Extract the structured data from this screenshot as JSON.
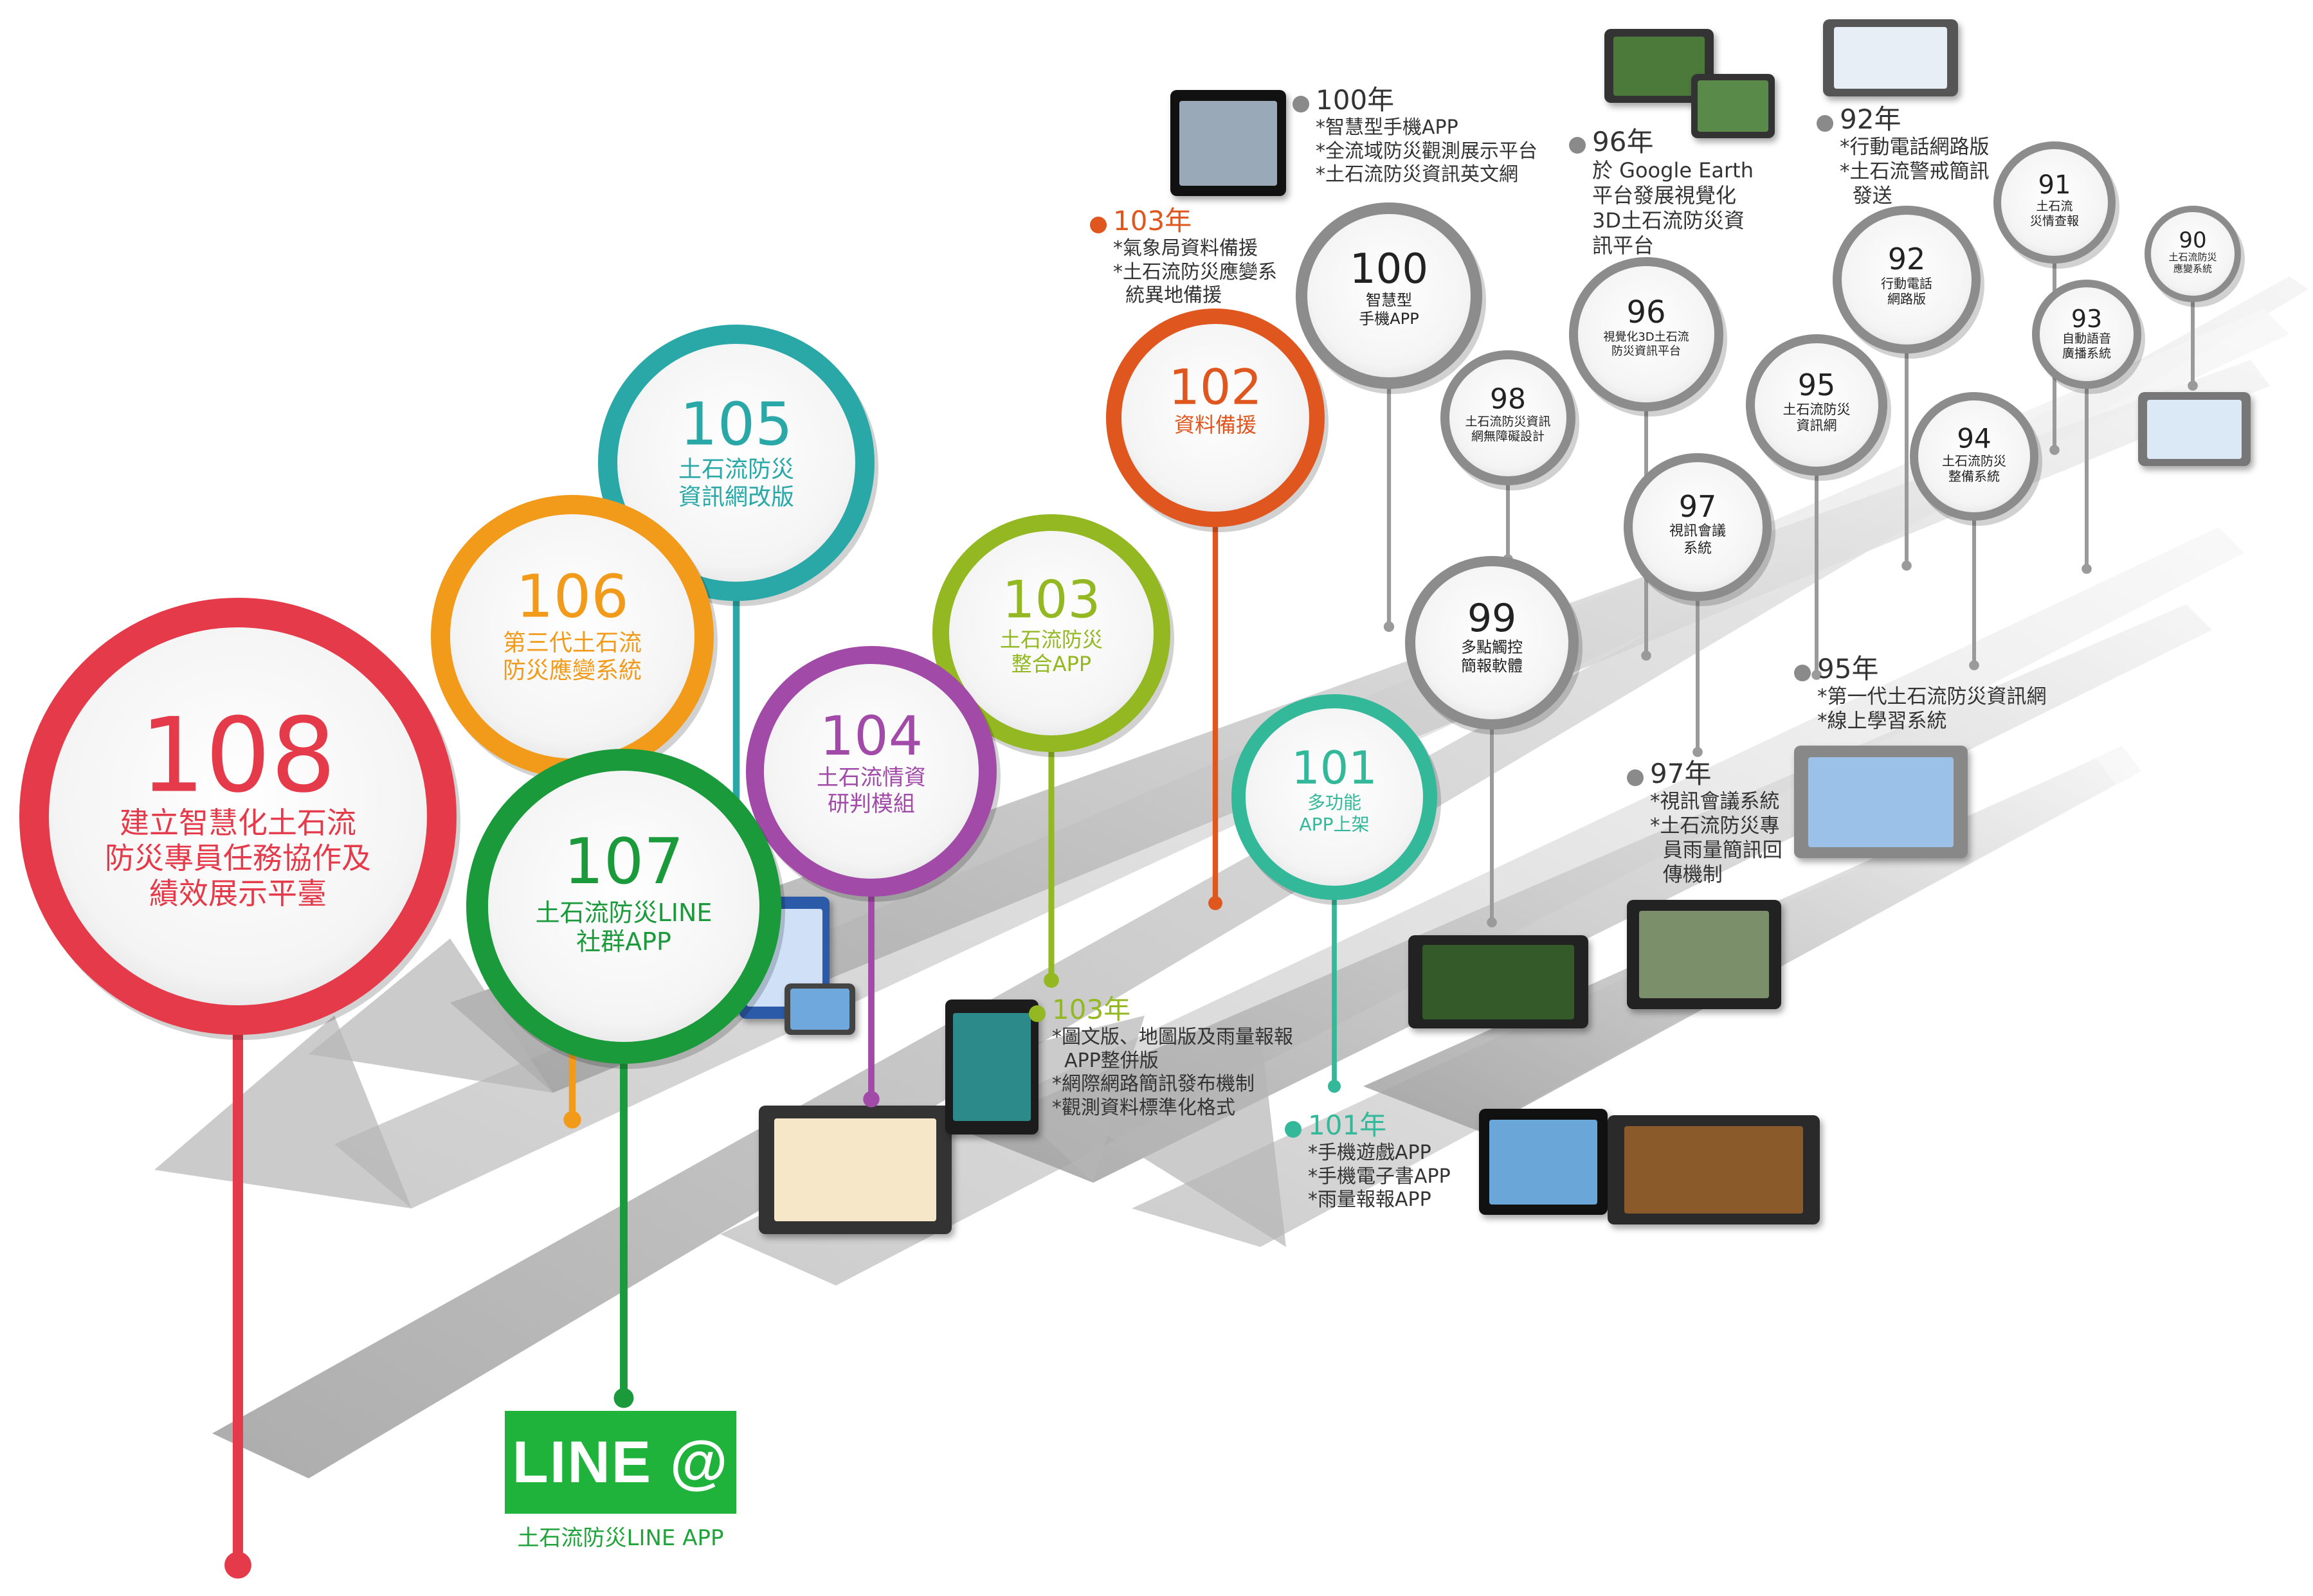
{
  "milestones": [
    {
      "id": "108",
      "year": "108",
      "lines": [
        "建立智慧化土石流",
        "防災專員任務協作及",
        "績效展示平臺"
      ],
      "color": "#e43a4a"
    },
    {
      "id": "107",
      "year": "107",
      "lines": [
        "土石流防災LINE",
        "社群APP"
      ],
      "color": "#1a9a3a"
    },
    {
      "id": "106",
      "year": "106",
      "lines": [
        "第三代土石流",
        "防災應變系統"
      ],
      "color": "#f29a1a"
    },
    {
      "id": "105",
      "year": "105",
      "lines": [
        "土石流防災",
        "資訊網改版"
      ],
      "color": "#2aa8a8"
    },
    {
      "id": "104",
      "year": "104",
      "lines": [
        "土石流情資",
        "研判模組"
      ],
      "color": "#a24aa8"
    },
    {
      "id": "103",
      "year": "103",
      "lines": [
        "土石流防災",
        "整合APP"
      ],
      "color": "#93b821"
    },
    {
      "id": "102",
      "year": "102",
      "lines": [
        "資料備援"
      ],
      "color": "#e0561f"
    },
    {
      "id": "101",
      "year": "101",
      "lines": [
        "多功能",
        "APP上架"
      ],
      "color": "#33b89a"
    },
    {
      "id": "100",
      "year": "100",
      "lines": [
        "智慧型",
        "手機APP"
      ],
      "color": "#8a8a8a"
    },
    {
      "id": "99",
      "year": "99",
      "lines": [
        "多點觸控",
        "簡報軟體"
      ],
      "color": "#8a8a8a"
    },
    {
      "id": "98",
      "year": "98",
      "lines": [
        "土石流防災資訊",
        "網無障礙設計"
      ],
      "color": "#8a8a8a"
    },
    {
      "id": "97",
      "year": "97",
      "lines": [
        "視訊會議",
        "系統"
      ],
      "color": "#8a8a8a"
    },
    {
      "id": "96",
      "year": "96",
      "lines": [
        "視覺化3D土石流",
        "防災資訊平台"
      ],
      "color": "#8a8a8a"
    },
    {
      "id": "95",
      "year": "95",
      "lines": [
        "土石流防災",
        "資訊網"
      ],
      "color": "#8a8a8a"
    },
    {
      "id": "94",
      "year": "94",
      "lines": [
        "土石流防災",
        "整備系統"
      ],
      "color": "#8a8a8a"
    },
    {
      "id": "93",
      "year": "93",
      "lines": [
        "自動語音",
        "廣播系統"
      ],
      "color": "#8a8a8a"
    },
    {
      "id": "92",
      "year": "92",
      "lines": [
        "行動電話",
        "網路版"
      ],
      "color": "#8a8a8a"
    },
    {
      "id": "91",
      "year": "91",
      "lines": [
        "土石流",
        "災情查報"
      ],
      "color": "#8a8a8a"
    },
    {
      "id": "90",
      "year": "90",
      "lines": [
        "土石流防災",
        "應變系統"
      ],
      "color": "#8a8a8a"
    }
  ],
  "notes": [
    {
      "id": "100",
      "year": "100年",
      "items": [
        "*智慧型手機APP",
        "*全流域防災觀測展示平台",
        "*土石流防災資訊英文網"
      ],
      "dot": "#8a8a8a",
      "year_color": "#333333"
    },
    {
      "id": "103a",
      "year": "103年",
      "items": [
        "*氣象局資料備援",
        "*土石流防災應變系",
        "  統異地備援"
      ],
      "dot": "#e0561f",
      "year_color": "#e0561f"
    },
    {
      "id": "96",
      "year": "96年",
      "items": [
        "於 Google Earth",
        "平台發展視覺化",
        "3D土石流防災資",
        "訊平台"
      ],
      "dot": "#8a8a8a",
      "year_color": "#333333"
    },
    {
      "id": "92",
      "year": "92年",
      "items": [
        "*行動電話網路版",
        "*土石流警戒簡訊",
        "  發送"
      ],
      "dot": "#8a8a8a",
      "year_color": "#333333"
    },
    {
      "id": "95",
      "year": "95年",
      "items": [
        "*第一代土石流防災資訊網",
        "*線上學習系統"
      ],
      "dot": "#8a8a8a",
      "year_color": "#333333"
    },
    {
      "id": "97",
      "year": "97年",
      "items": [
        "*視訊會議系統",
        "*土石流防災專",
        "  員雨量簡訊回",
        "  傳機制"
      ],
      "dot": "#8a8a8a",
      "year_color": "#333333"
    },
    {
      "id": "103b",
      "year": "103年",
      "items": [
        "*圖文版、地圖版及雨量報報",
        "  APP整併版",
        "*網際網路簡訊發布機制",
        "*觀測資料標準化格式"
      ],
      "dot": "#93b821",
      "year_color": "#93b821"
    },
    {
      "id": "101",
      "year": "101年",
      "items": [
        "*手機遊戲APP",
        "*手機電子書APP",
        "*雨量報報APP"
      ],
      "dot": "#33b89a",
      "year_color": "#33b89a"
    }
  ],
  "line_logo": {
    "text": "LINE @",
    "caption": "土石流防災LINE APP"
  }
}
